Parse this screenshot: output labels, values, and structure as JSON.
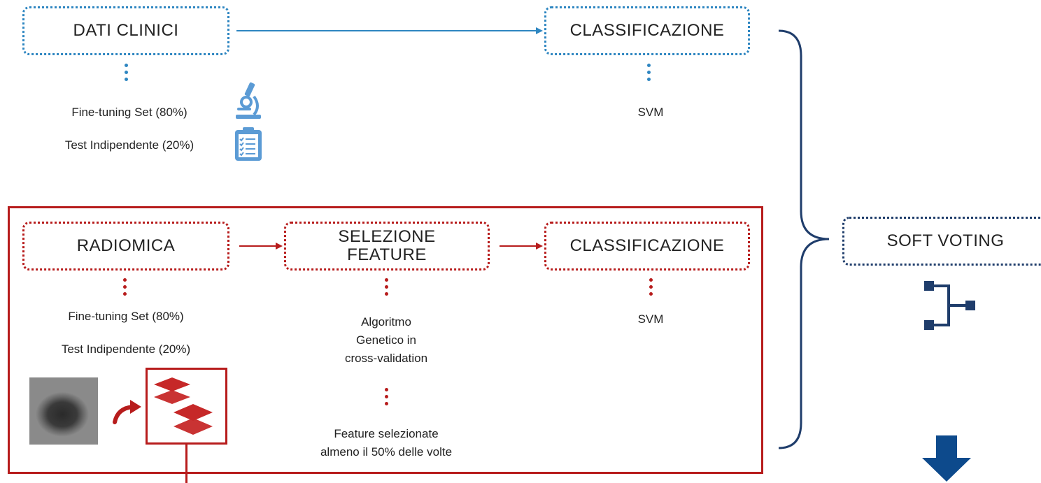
{
  "clinical": {
    "source_label": "DATI CLINICI",
    "classifier_label": "CLASSIFICAZIONE",
    "split_train": "Fine-tuning Set (80%)",
    "split_test": "Test Indipendente (20%)",
    "classifier_model": "SVM"
  },
  "radiomic": {
    "source_label": "RADIOMICA",
    "selection_label_line1": "SELEZIONE",
    "selection_label_line2": "FEATURE",
    "classifier_label": "CLASSIFICAZIONE",
    "split_train": "Fine-tuning Set (80%)",
    "split_test": "Test Indipendente (20%)",
    "selection_method": [
      "Algoritmo",
      "Genetico in",
      "cross-validation"
    ],
    "selection_result": [
      "Feature selezionate",
      "almeno il 50% delle volte"
    ],
    "classifier_model": "SVM"
  },
  "ensemble": {
    "label": "SOFT VOTING"
  },
  "colors": {
    "clinical_accent": "#2e86c1",
    "radiomic_accent": "#b71c1c",
    "brace": "#1f3d6b",
    "voting_icon": "#1f3d6b",
    "down_arrow": "#0d4a8c",
    "clinical_icon": "#5b9bd5"
  },
  "icons": [
    "microscope-icon",
    "clipboard-icon",
    "ultrasound-image",
    "curved-arrow-icon",
    "layers-icon",
    "voting-tree-icon",
    "down-arrow-icon"
  ]
}
